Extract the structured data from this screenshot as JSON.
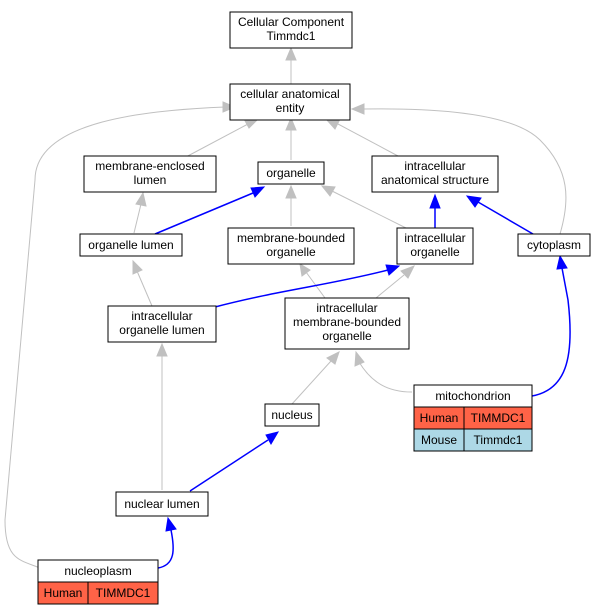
{
  "colors": {
    "gray_edge": "#c0c0c0",
    "blue_edge": "#0000ff",
    "human_cell": "#ff6347",
    "mouse_cell": "#add8e6"
  },
  "nodes": {
    "cellular_component": {
      "lines": [
        "Cellular Component",
        "Timmdc1"
      ]
    },
    "cellular_anatomical_entity": {
      "lines": [
        "cellular anatomical",
        "entity"
      ]
    },
    "membrane_enclosed_lumen": {
      "lines": [
        "membrane-enclosed",
        "lumen"
      ]
    },
    "organelle": {
      "lines": [
        "organelle"
      ]
    },
    "intracellular_anatomical_structure": {
      "lines": [
        "intracellular",
        "anatomical structure"
      ]
    },
    "organelle_lumen": {
      "lines": [
        "organelle lumen"
      ]
    },
    "membrane_bounded_organelle": {
      "lines": [
        "membrane-bounded",
        "organelle"
      ]
    },
    "intracellular_organelle": {
      "lines": [
        "intracellular",
        "organelle"
      ]
    },
    "cytoplasm": {
      "lines": [
        "cytoplasm"
      ]
    },
    "intracellular_organelle_lumen": {
      "lines": [
        "intracellular",
        "organelle lumen"
      ]
    },
    "intracellular_membrane_bounded_organelle": {
      "lines": [
        "intracellular",
        "membrane-bounded",
        "organelle"
      ]
    },
    "nucleus": {
      "lines": [
        "nucleus"
      ]
    },
    "nuclear_lumen": {
      "lines": [
        "nuclear lumen"
      ]
    }
  },
  "tables": {
    "mitochondrion": {
      "header": "mitochondrion",
      "rows": [
        {
          "species": "Human",
          "gene": "TIMMDC1"
        },
        {
          "species": "Mouse",
          "gene": "Timmdc1"
        }
      ]
    },
    "nucleoplasm": {
      "header": "nucleoplasm",
      "rows": [
        {
          "species": "Human",
          "gene": "TIMMDC1"
        }
      ]
    }
  }
}
